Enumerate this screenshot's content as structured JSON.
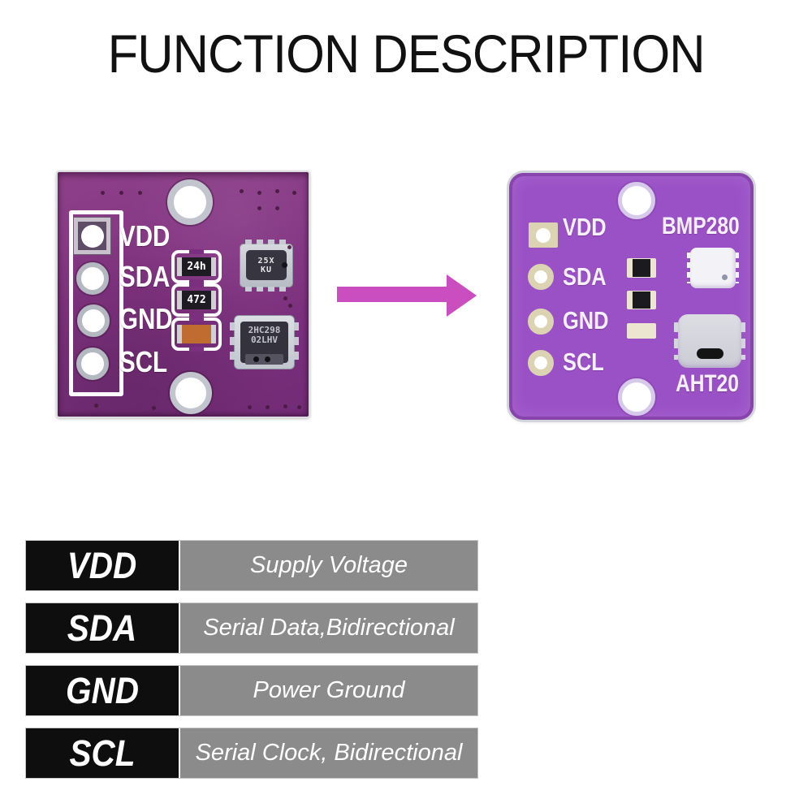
{
  "title": "FUNCTION DESCRIPTION",
  "arrow": {
    "direction": "right",
    "color": "#cb4ec0"
  },
  "left_board": {
    "type": "pcb-photo",
    "pcb_color": "#81337f",
    "pin_labels": [
      "VDD",
      "SDA",
      "GND",
      "SCL"
    ],
    "resistor_markings": [
      "24h",
      "472"
    ],
    "chip_small_marking": {
      "line1": "25X",
      "line2": "KU"
    },
    "chip_large_marking": {
      "line1": "2HC298",
      "line2": "02LHV"
    }
  },
  "right_board": {
    "type": "pcb-render",
    "pcb_color": "#9b51c6",
    "pin_labels": [
      "VDD",
      "SDA",
      "GND",
      "SCL"
    ],
    "chip_labels": {
      "pressure_sensor": "BMP280",
      "humidity_sensor": "AHT20"
    }
  },
  "table": {
    "pin_bg": "#0e0e0e",
    "description_bg": "#8b8b8b",
    "rows": [
      {
        "pin": "VDD",
        "description": "Supply Voltage"
      },
      {
        "pin": "SDA",
        "description": "Serial Data,Bidirectional"
      },
      {
        "pin": "GND",
        "description": "Power Ground"
      },
      {
        "pin": "SCL",
        "description": "Serial Clock, Bidirectional"
      }
    ]
  }
}
